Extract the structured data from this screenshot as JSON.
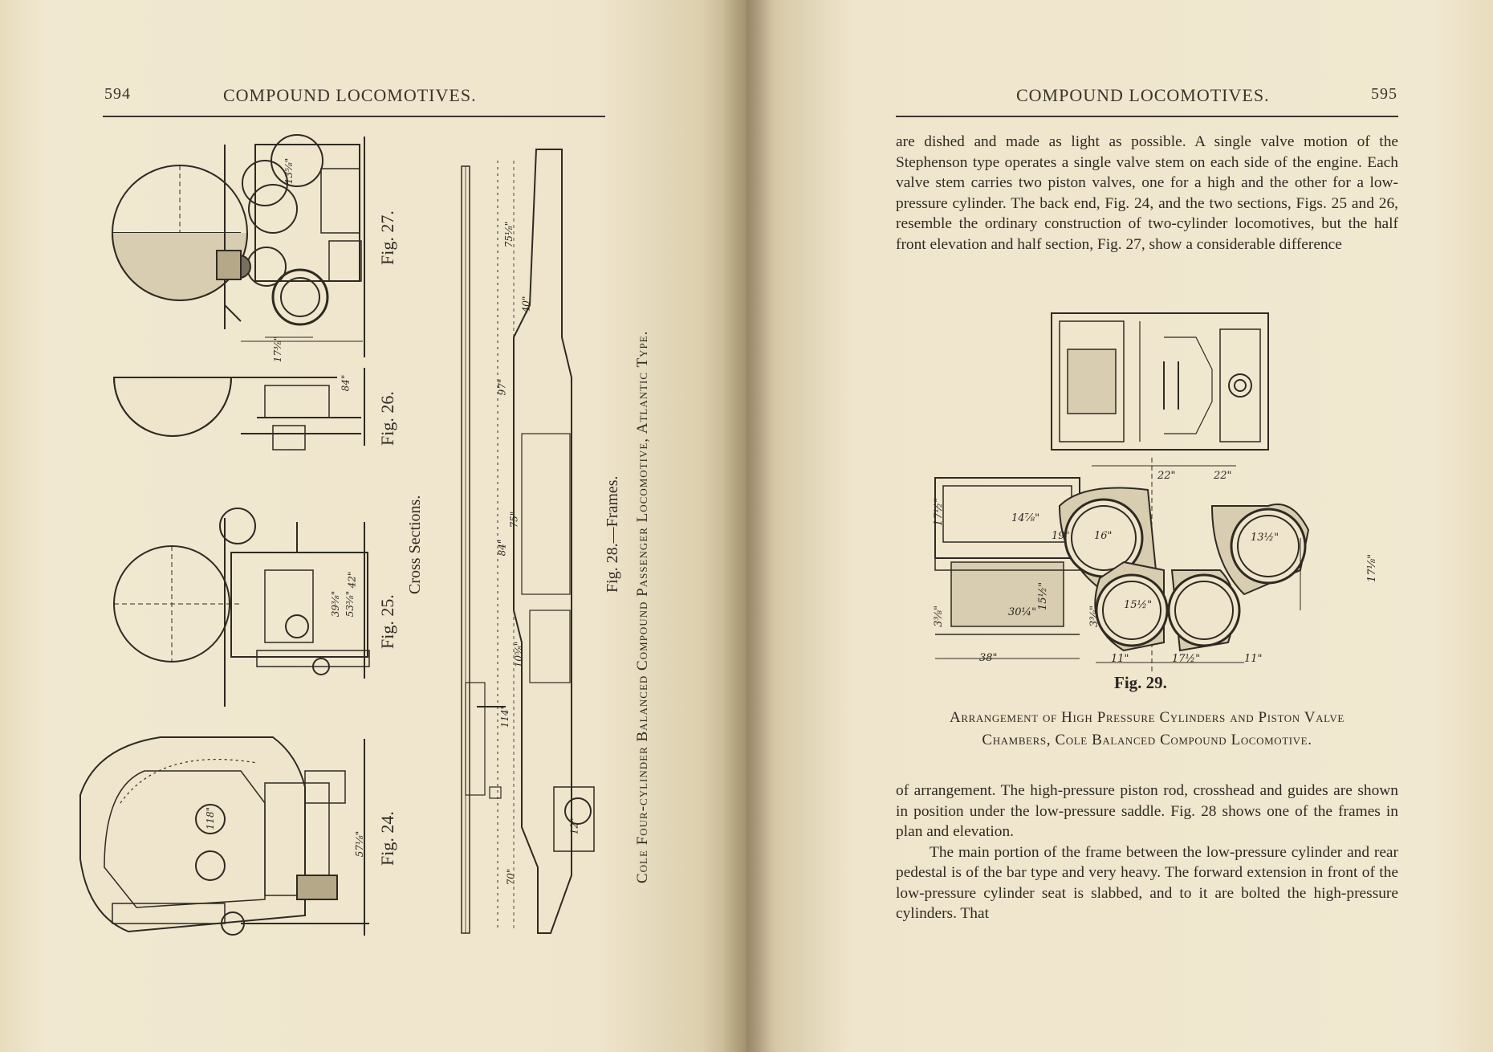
{
  "left_page": {
    "page_number": "594",
    "running_head": "COMPOUND LOCOMOTIVES.",
    "fig_labels": [
      "Fig. 27.",
      "Fig. 26.",
      "Fig. 25.",
      "Fig. 24."
    ],
    "cross_sections_label": "Cross Sections.",
    "frames_label": "Fig. 28.—Frames.",
    "main_caption": "Cole Four-cylinder Balanced Compound Passenger Locomotive, Atlantic Type.",
    "fig27_dims": [
      "17⅜\"",
      "13⅝\""
    ],
    "fig26_dims": [
      "84\""
    ],
    "fig25_dims": [
      "39⅜\"",
      "53⅜\"",
      "42\""
    ],
    "fig24_dims": [
      "118\"",
      "57⅛\""
    ],
    "fig28_dims": [
      "75⅛\"",
      "40\"",
      "97\"",
      "84\"",
      "75\"",
      "114\"",
      "70\"",
      "12\"",
      "10⅝\""
    ]
  },
  "right_page": {
    "page_number": "595",
    "running_head": "COMPOUND LOCOMOTIVES.",
    "paragraph_top": "are dished and made as light as possible. A single valve motion of the Stephenson type operates a single valve stem on each side of the engine. Each valve stem carries two piston valves, one for a high and the other for a low-pressure cylinder. The back end, Fig. 24, and the two sections, Figs. 25 and 26, resemble the ordinary construction of two-cylinder locomotives, but the half front elevation and half section, Fig. 27, show a considerable difference",
    "fig29_label": "Fig. 29.",
    "fig29_caption_line1": "Arrangement of High Pressure Cylinders and Piston Valve",
    "fig29_caption_line2": "Chambers, Cole Balanced Compound Locomotive.",
    "fig29_dims": [
      "22\"",
      "22\"",
      "16\"",
      "13½\"",
      "15½\"",
      "17⅛\"",
      "11\"",
      "17½\"",
      "11\"",
      "38\"",
      "30¼\"",
      "14⅞\"",
      "19\"",
      "17½\"",
      "15½\"",
      "3⅜\"",
      "3⅜\""
    ],
    "paragraph_bottom_1": "of arrangement. The high-pressure piston rod, crosshead and guides are shown in position under the low-pressure saddle. Fig. 28 shows one of the frames in plan and elevation.",
    "paragraph_bottom_2": "The main portion of the frame between the low-pressure cylinder and rear pedestal is of the bar type and very heavy. The forward extension in front of the low-pressure cylinder seat is slabbed, and to it are bolted the high-pressure cylinders. That"
  }
}
